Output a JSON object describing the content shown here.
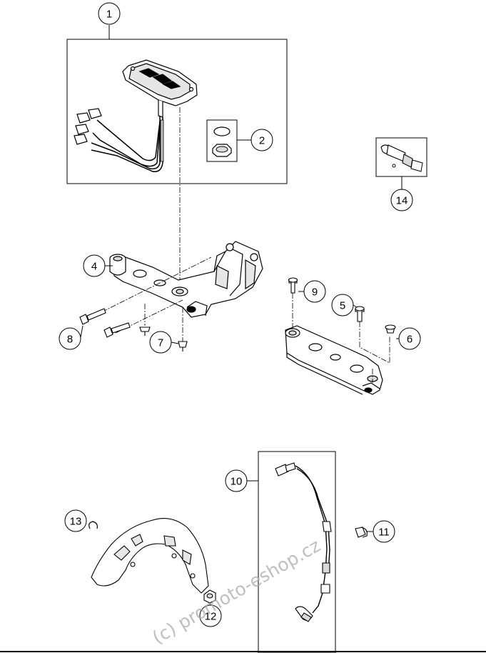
{
  "callouts": [
    {
      "id": "1",
      "label": "1"
    },
    {
      "id": "2",
      "label": "2"
    },
    {
      "id": "4",
      "label": "4"
    },
    {
      "id": "5",
      "label": "5"
    },
    {
      "id": "6",
      "label": "6"
    },
    {
      "id": "7",
      "label": "7"
    },
    {
      "id": "8",
      "label": "8"
    },
    {
      "id": "9",
      "label": "9"
    },
    {
      "id": "10",
      "label": "10"
    },
    {
      "id": "11",
      "label": "11"
    },
    {
      "id": "12",
      "label": "12"
    },
    {
      "id": "13",
      "label": "13"
    },
    {
      "id": "14",
      "label": "14"
    }
  ],
  "watermark": "(c) promoto-eshop.cz",
  "colors": {
    "line": "#000000",
    "part_fill": "#ffffff",
    "shade": "#d9d9d9",
    "watermark": "#aaaaaa"
  }
}
